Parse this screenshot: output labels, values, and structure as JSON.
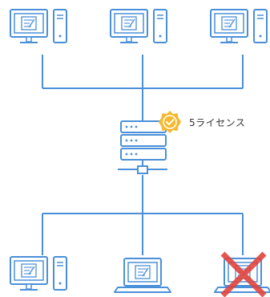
{
  "license": {
    "label": "5ライセンス",
    "badge_icon": "check-badge-icon"
  },
  "colors": {
    "line": "#4a90d9",
    "badge": "#f5b82e",
    "cross": "#e2443d"
  },
  "top_row": [
    {
      "name": "desktop-pc-1",
      "icon": "desktop-computer-icon"
    },
    {
      "name": "desktop-pc-2",
      "icon": "desktop-computer-icon"
    },
    {
      "name": "desktop-pc-3",
      "icon": "desktop-computer-icon"
    }
  ],
  "server": {
    "icon": "server-icon"
  },
  "bottom_row": [
    {
      "name": "desktop-pc-4",
      "icon": "desktop-computer-icon"
    },
    {
      "name": "laptop-pc-5",
      "icon": "laptop-computer-icon"
    },
    {
      "name": "laptop-pc-6-denied",
      "icon": "laptop-computer-icon",
      "denied_icon": "red-cross-icon"
    }
  ]
}
